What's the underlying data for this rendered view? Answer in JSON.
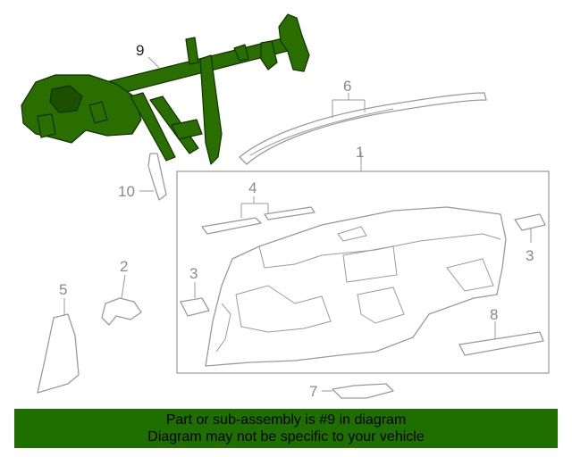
{
  "callouts": {
    "c1": "1",
    "c2": "2",
    "c3_left": "3",
    "c3_right": "3",
    "c4": "4",
    "c5": "5",
    "c6": "6",
    "c7": "7",
    "c8": "8",
    "c9": "9",
    "c10": "10"
  },
  "highlight_color": "#1e6e00",
  "banner": {
    "line1": "Part or sub-assembly is #9 in diagram",
    "line2": "Diagram may not be specific to your vehicle"
  }
}
